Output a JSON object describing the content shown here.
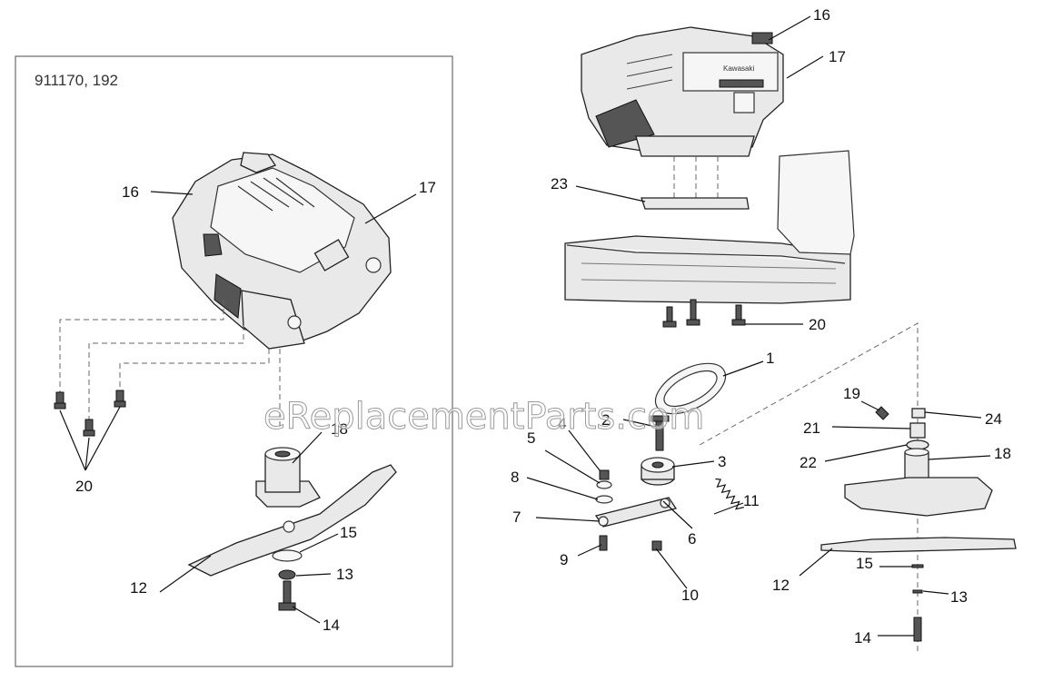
{
  "inset": {
    "model_text": "911170, 192",
    "callouts": [
      "16",
      "17",
      "18",
      "20",
      "12",
      "15",
      "13",
      "14"
    ]
  },
  "main": {
    "callouts": [
      "16",
      "17",
      "23",
      "20",
      "1",
      "2",
      "3",
      "4",
      "5",
      "8",
      "7",
      "9",
      "10",
      "6",
      "11",
      "19",
      "21",
      "22",
      "24",
      "18",
      "12",
      "15",
      "13",
      "14"
    ]
  },
  "watermark": "eReplacementParts.com",
  "engine_brand": "Kawasaki",
  "colors": {
    "line": "#111111",
    "fill": "#e9e9e9",
    "frame": "#6b6b6b"
  }
}
